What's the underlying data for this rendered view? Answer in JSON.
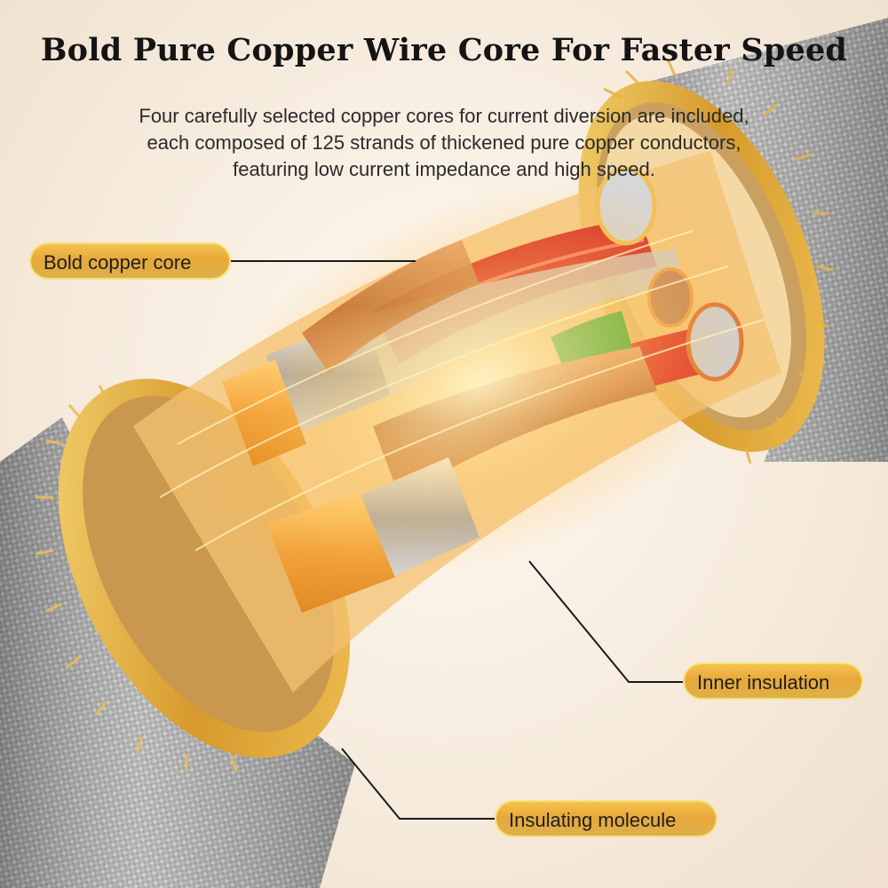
{
  "heading": {
    "title": "Bold Pure Copper Wire Core For Faster Speed",
    "description": [
      "Four carefully selected copper cores for current diversion are included,",
      "each composed of 125 strands of thickened pure copper conductors,",
      "featuring low current impedance and high speed."
    ]
  },
  "callouts": {
    "bold_copper_core": "Bold copper core",
    "inner_insulation": "Inner insulation",
    "insulating_molecule": "Insulating molecule"
  },
  "colors": {
    "braid_silver": "#9a9a9a",
    "gold_shield": "#e0a93a",
    "inner_insulation": "#f0a43c",
    "wire_red": "#e0322a",
    "wire_green": "#3fae3a",
    "copper": "#c0703a",
    "label_fill": "#e9ad3f"
  }
}
